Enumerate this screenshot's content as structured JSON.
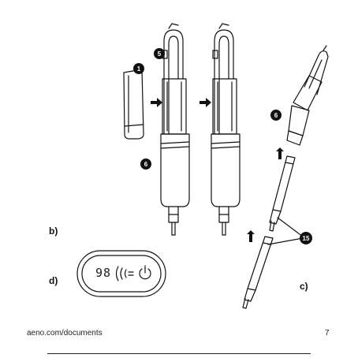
{
  "labels": {
    "b": "b)",
    "c": "c)",
    "d": "d)"
  },
  "callouts": {
    "cap": "1",
    "top_button": "5",
    "body_left": "6",
    "body_right": "6",
    "parts": "15"
  },
  "control_panel": {
    "display": "98",
    "icons": [
      "sound-wave-icon",
      "power-icon"
    ]
  },
  "footer": {
    "url": "aeno.com/documents",
    "page_number": "7"
  },
  "colors": {
    "ink": "#111111",
    "paper": "#ffffff"
  }
}
